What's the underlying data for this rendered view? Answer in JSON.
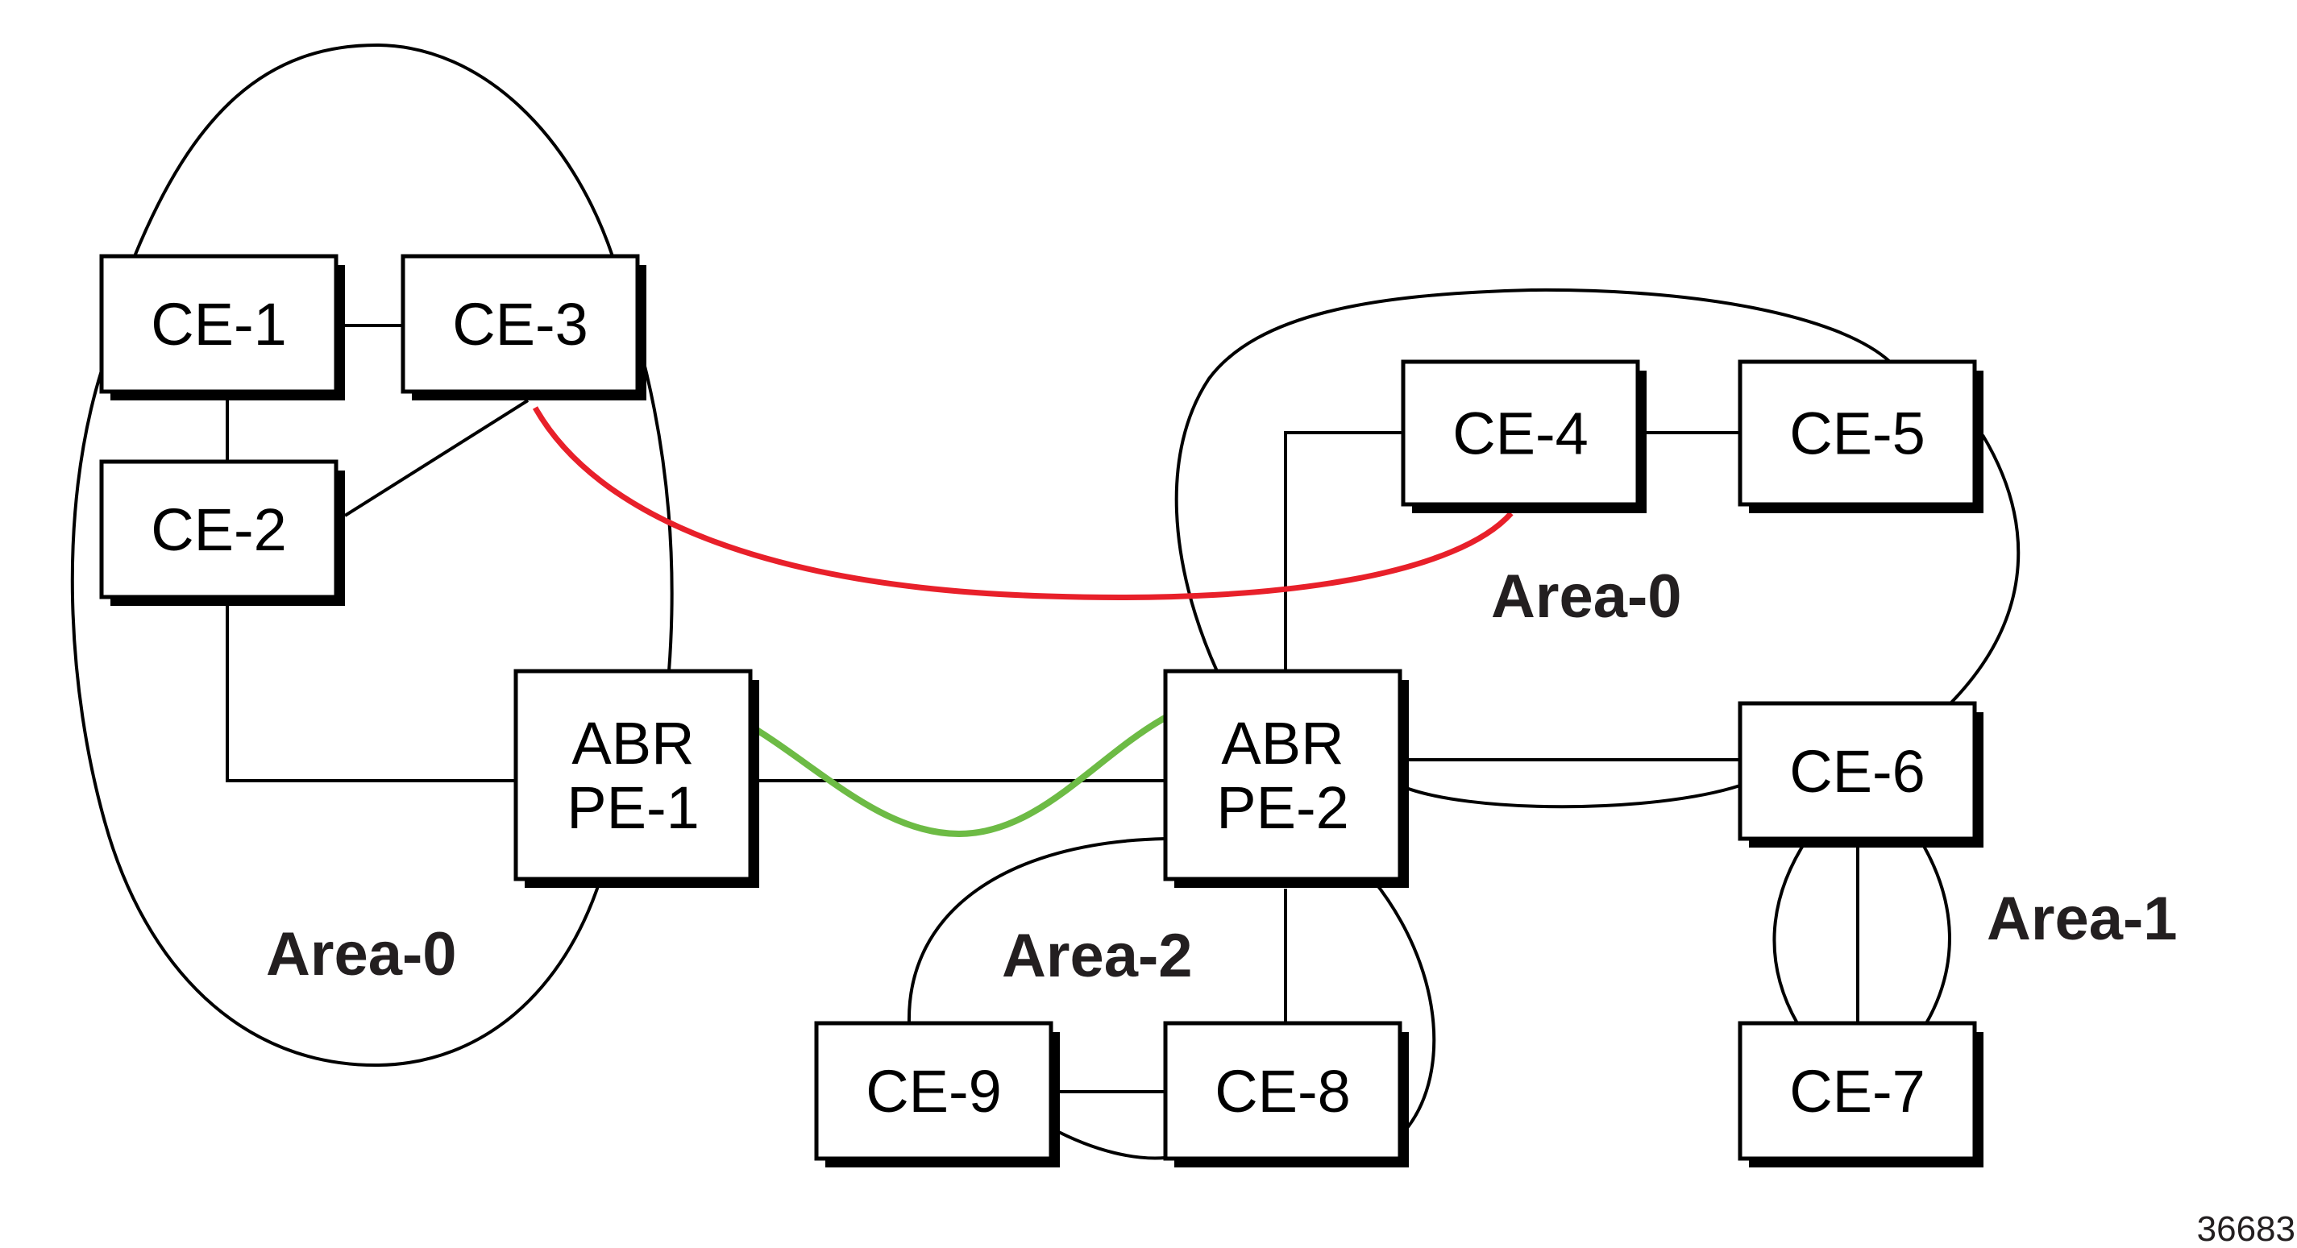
{
  "diagram": {
    "nodes": [
      {
        "id": "CE-1",
        "lines": [
          "CE-1"
        ]
      },
      {
        "id": "CE-2",
        "lines": [
          "CE-2"
        ]
      },
      {
        "id": "CE-3",
        "lines": [
          "CE-3"
        ]
      },
      {
        "id": "ABR-PE-1",
        "lines": [
          "ABR",
          "PE-1"
        ]
      },
      {
        "id": "ABR-PE-2",
        "lines": [
          "ABR",
          "PE-2"
        ]
      },
      {
        "id": "CE-4",
        "lines": [
          "CE-4"
        ]
      },
      {
        "id": "CE-5",
        "lines": [
          "CE-5"
        ]
      },
      {
        "id": "CE-6",
        "lines": [
          "CE-6"
        ]
      },
      {
        "id": "CE-7",
        "lines": [
          "CE-7"
        ]
      },
      {
        "id": "CE-8",
        "lines": [
          "CE-8"
        ]
      },
      {
        "id": "CE-9",
        "lines": [
          "CE-9"
        ]
      }
    ],
    "links": [
      [
        "CE-1",
        "CE-3"
      ],
      [
        "CE-1",
        "CE-2"
      ],
      [
        "CE-2",
        "CE-3"
      ],
      [
        "CE-2",
        "ABR-PE-1"
      ],
      [
        "ABR-PE-1",
        "ABR-PE-2"
      ],
      [
        "ABR-PE-2",
        "CE-4"
      ],
      [
        "CE-4",
        "CE-5"
      ],
      [
        "ABR-PE-2",
        "CE-6"
      ],
      [
        "ABR-PE-2",
        "CE-8"
      ],
      [
        "CE-9",
        "CE-8"
      ],
      [
        "CE-6",
        "CE-7"
      ]
    ],
    "highlighted_paths": [
      {
        "from": "CE-3",
        "to": "CE-4",
        "color": "#e8202a"
      },
      {
        "from": "ABR-PE-1",
        "to": "ABR-PE-2",
        "color": "#6dbb45"
      }
    ],
    "areas": [
      {
        "id": "area-0-left",
        "label": "Area-0"
      },
      {
        "id": "area-0-right",
        "label": "Area-0"
      },
      {
        "id": "area-1",
        "label": "Area-1"
      },
      {
        "id": "area-2",
        "label": "Area-2"
      }
    ],
    "figure_id": "36683"
  }
}
